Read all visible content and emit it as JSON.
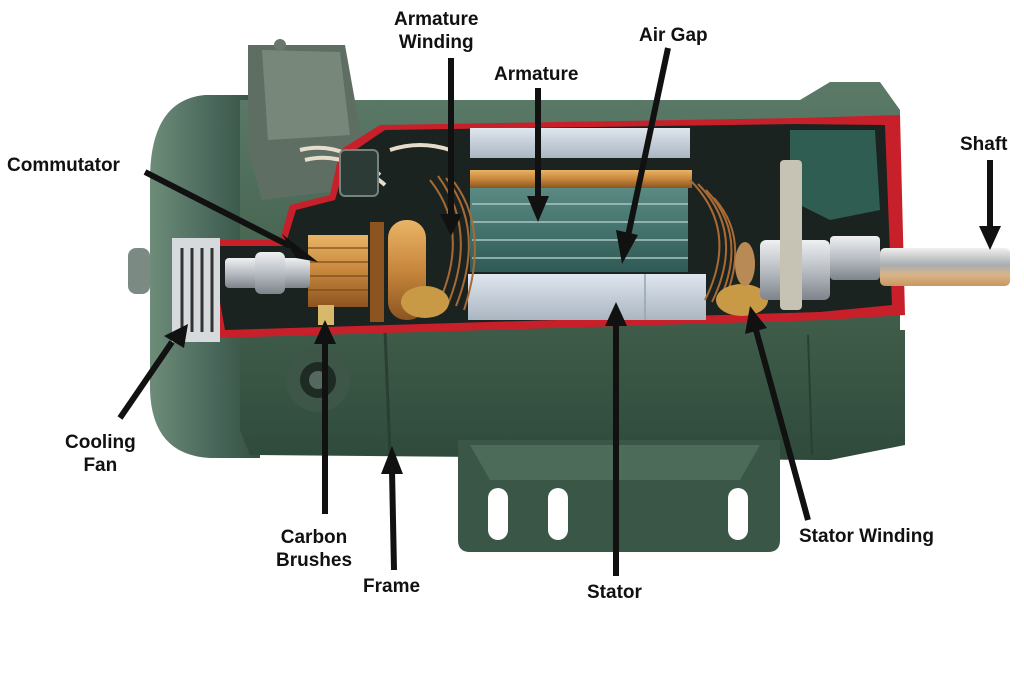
{
  "diagram": {
    "subject": "DC motor cutaway",
    "colors": {
      "frame_green": "#3f5c4c",
      "frame_green_light": "#5b7a68",
      "frame_green_dark": "#2b4236",
      "cut_red": "#c8202a",
      "armature_teal": "#3e6b66",
      "copper": "#c7873c",
      "steel": "#c9cdd2",
      "label_text": "#111111",
      "arrow": "#111111",
      "background": "#ffffff"
    },
    "labels": [
      {
        "id": "armature-winding",
        "lines": [
          "Armature",
          "Winding"
        ]
      },
      {
        "id": "armature",
        "lines": [
          "Armature"
        ]
      },
      {
        "id": "air-gap",
        "lines": [
          "Air Gap"
        ]
      },
      {
        "id": "commutator",
        "lines": [
          "Commutator"
        ]
      },
      {
        "id": "shaft",
        "lines": [
          "Shaft"
        ]
      },
      {
        "id": "cooling-fan",
        "lines": [
          "Cooling",
          "Fan"
        ]
      },
      {
        "id": "carbon-brushes",
        "lines": [
          "Carbon",
          "Brushes"
        ]
      },
      {
        "id": "frame",
        "lines": [
          "Frame"
        ]
      },
      {
        "id": "stator",
        "lines": [
          "Stator"
        ]
      },
      {
        "id": "stator-winding",
        "lines": [
          "Stator Winding"
        ]
      }
    ]
  }
}
